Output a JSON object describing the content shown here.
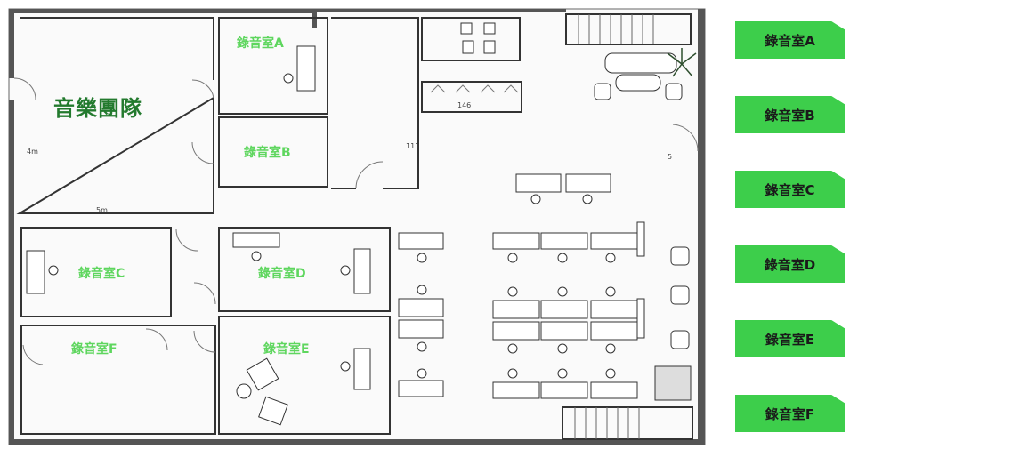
{
  "team_label": "音樂團隊",
  "rooms": {
    "a": "錄音室A",
    "b": "錄音室B",
    "c": "錄音室C",
    "d": "錄音室D",
    "e": "錄音室E",
    "f": "錄音室F"
  },
  "dimensions": {
    "height": "4m",
    "width": "5m",
    "room_111": "111",
    "room_146": "146",
    "room_5": "5"
  },
  "legend": [
    "錄音室A",
    "錄音室B",
    "錄音室C",
    "錄音室D",
    "錄音室E",
    "錄音室F"
  ],
  "colors": {
    "legend_bg": "#3dce4b",
    "room_label": "#5ed65e",
    "team_label": "#237a2e",
    "wall": "#555555"
  }
}
